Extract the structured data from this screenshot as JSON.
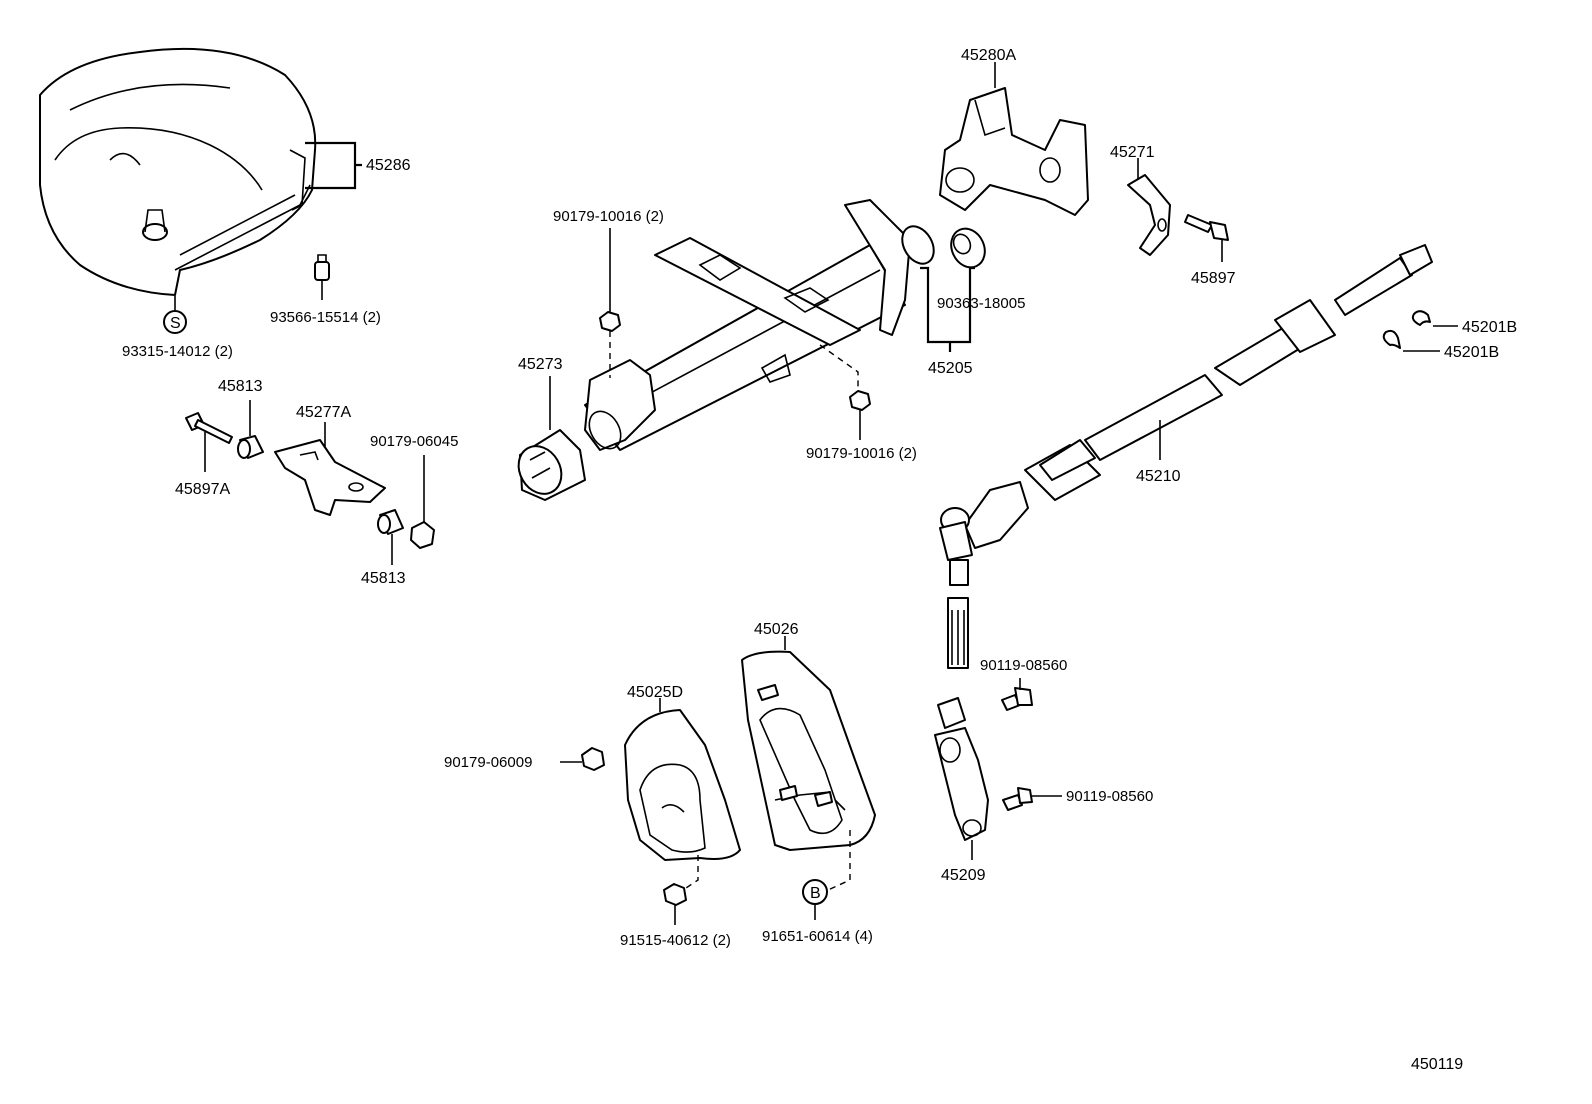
{
  "diagram_id": "450119",
  "symbols": {
    "s": "S",
    "b": "B"
  },
  "labels": {
    "p45286": "45286",
    "p93566": "93566-15514 (2)",
    "p93315": "93315-14012 (2)",
    "p90179_10016_a": "90179-10016 (2)",
    "p90179_10016_b": "90179-10016 (2)",
    "p45273": "45273",
    "p45280A": "45280A",
    "p45271": "45271",
    "p45897": "45897",
    "p90363": "90363-18005",
    "p45205": "45205",
    "p45201B_a": "45201B",
    "p45201B_b": "45201B",
    "p45210": "45210",
    "p45813_a": "45813",
    "p45813_b": "45813",
    "p45277A": "45277A",
    "p90179_06045": "90179-06045",
    "p45897A": "45897A",
    "p45026": "45026",
    "p45025D": "45025D",
    "p90179_06009": "90179-06009",
    "p90119_08560_a": "90119-08560",
    "p90119_08560_b": "90119-08560",
    "p45209": "45209",
    "p91515": "91515-40612 (2)",
    "p91651": "91651-60614 (4)"
  }
}
